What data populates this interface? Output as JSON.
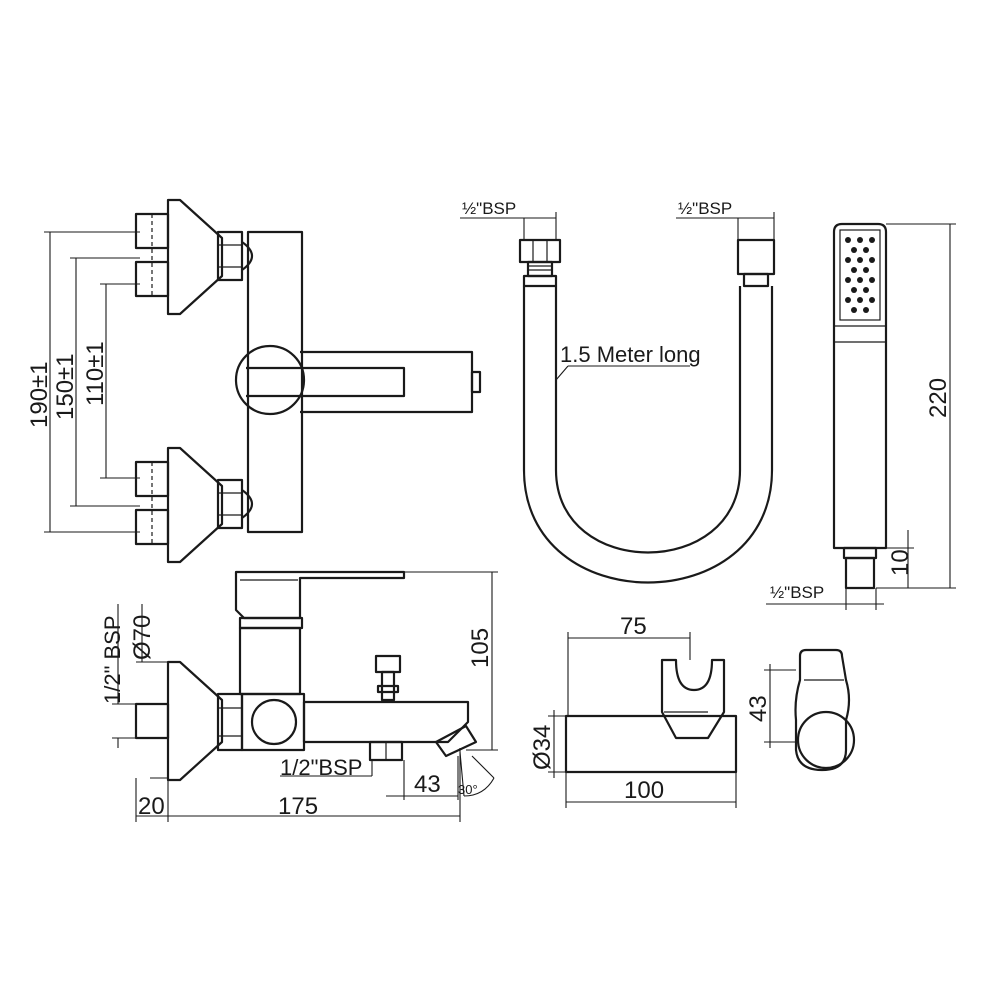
{
  "dimensions": {
    "mixer_height_190": "190±1",
    "mixer_height_150": "150±1",
    "mixer_height_110": "110±1",
    "mixer_depth": "105",
    "mixer_width": "175",
    "inlet_offset": "20",
    "spout_offset": "43",
    "spout_angle": "30°",
    "flange_diameter": "Ø70",
    "inlet_thread": "1/2\" BSP",
    "outlet_thread": "1/2\"BSP",
    "hose_thread_left": "½\"BSP",
    "hose_thread_right": "½\"BSP",
    "hose_length": "1.5 Meter long",
    "hand_shower_length": "220",
    "hand_shower_tail": "10",
    "hand_shower_thread": "½\"BSP",
    "holder_width": "75",
    "holder_length": "100",
    "holder_diameter": "Ø34",
    "holder_side_height": "43"
  }
}
